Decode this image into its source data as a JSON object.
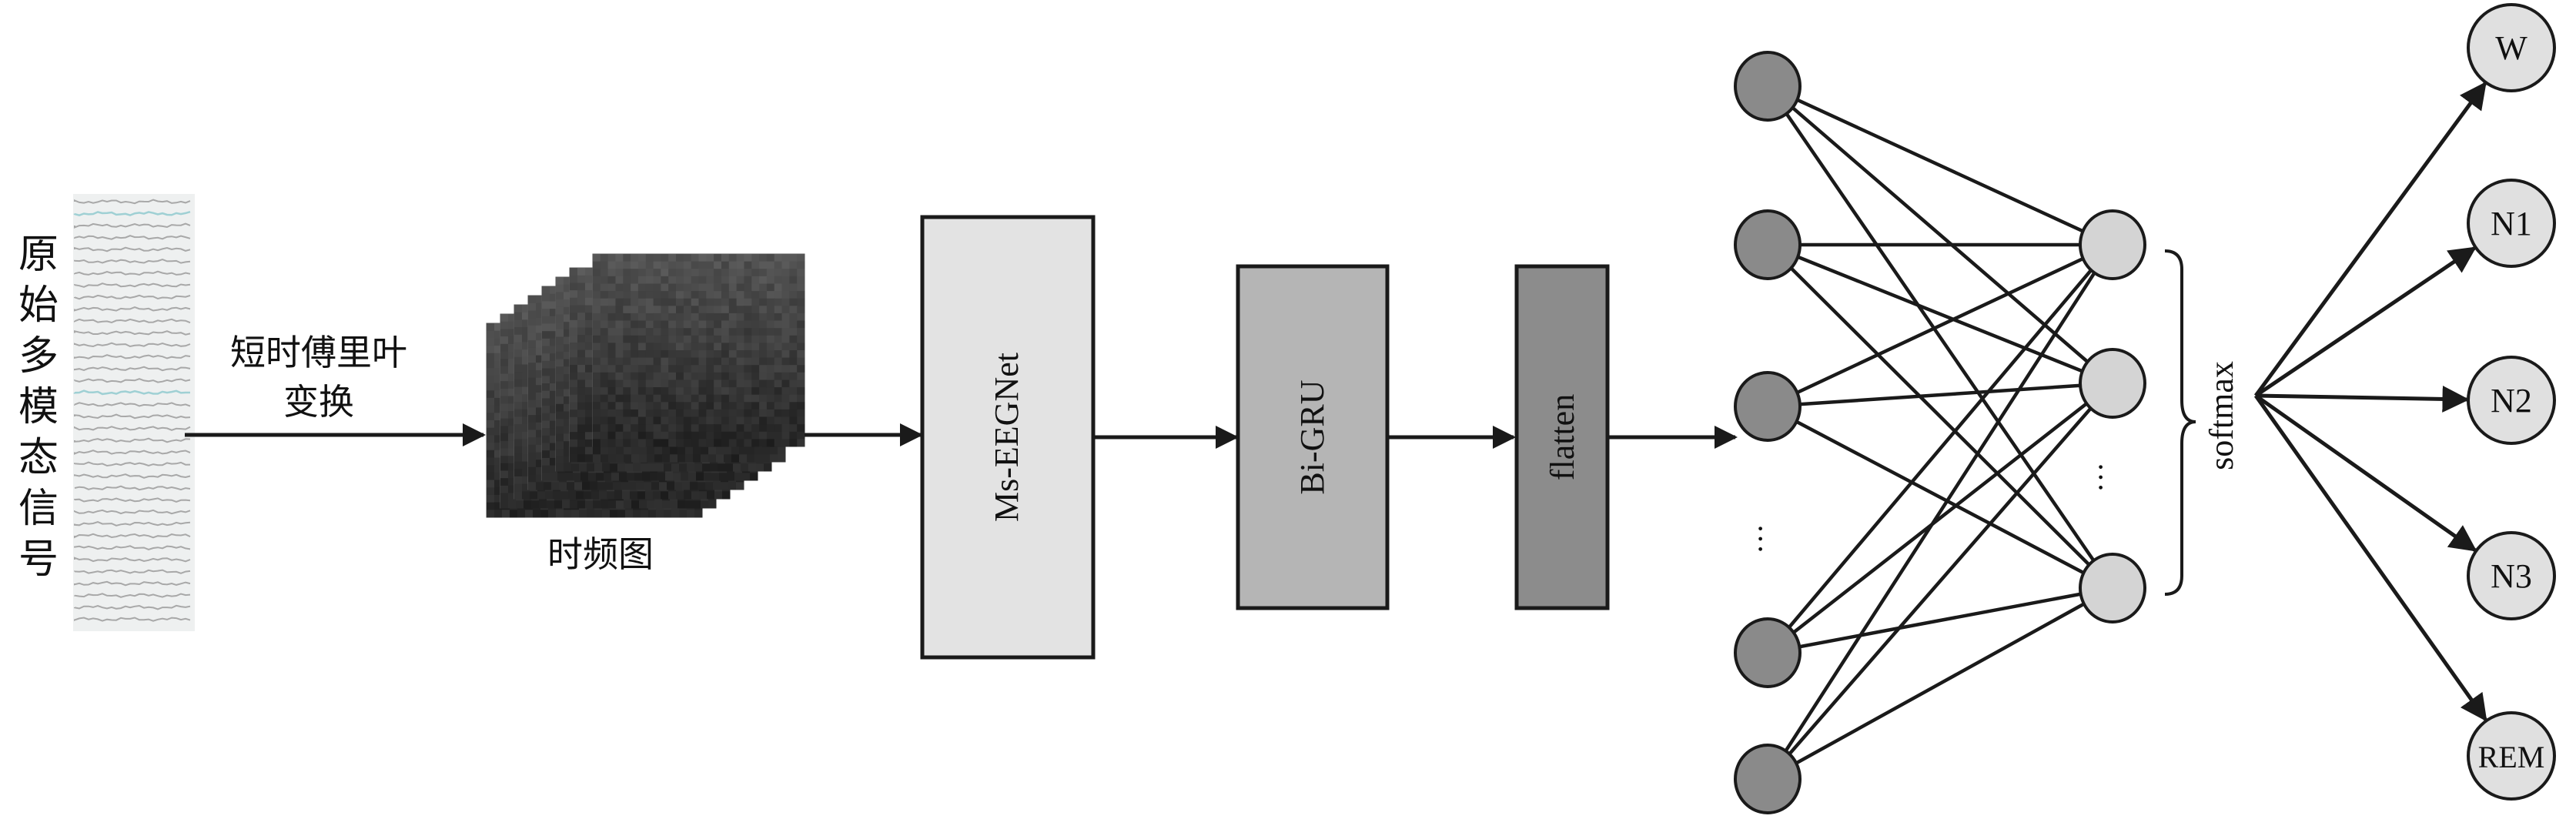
{
  "input_signal": {
    "label_chars": [
      "原",
      "始",
      "多",
      "模",
      "态",
      "信",
      "号"
    ]
  },
  "stft": {
    "label_line1": "短时傅里叶",
    "label_line2": "变换"
  },
  "spectrogram": {
    "label": "时频图"
  },
  "blocks": {
    "msnet": "Ms-EEGNet",
    "bigru": "Bi-GRU",
    "flatten": "flatten"
  },
  "network": {
    "ellipsis": "···",
    "softmax_label": "softmax"
  },
  "outputs": [
    "W",
    "N1",
    "N2",
    "N3",
    "REM"
  ],
  "colors": {
    "block_light": "#e3e3e3",
    "block_mid": "#b5b5b5",
    "block_dark": "#8c8c8c",
    "node_dark": "#8a8a8a",
    "node_light": "#d4d4d4",
    "output_node": "#e0e0e0"
  }
}
